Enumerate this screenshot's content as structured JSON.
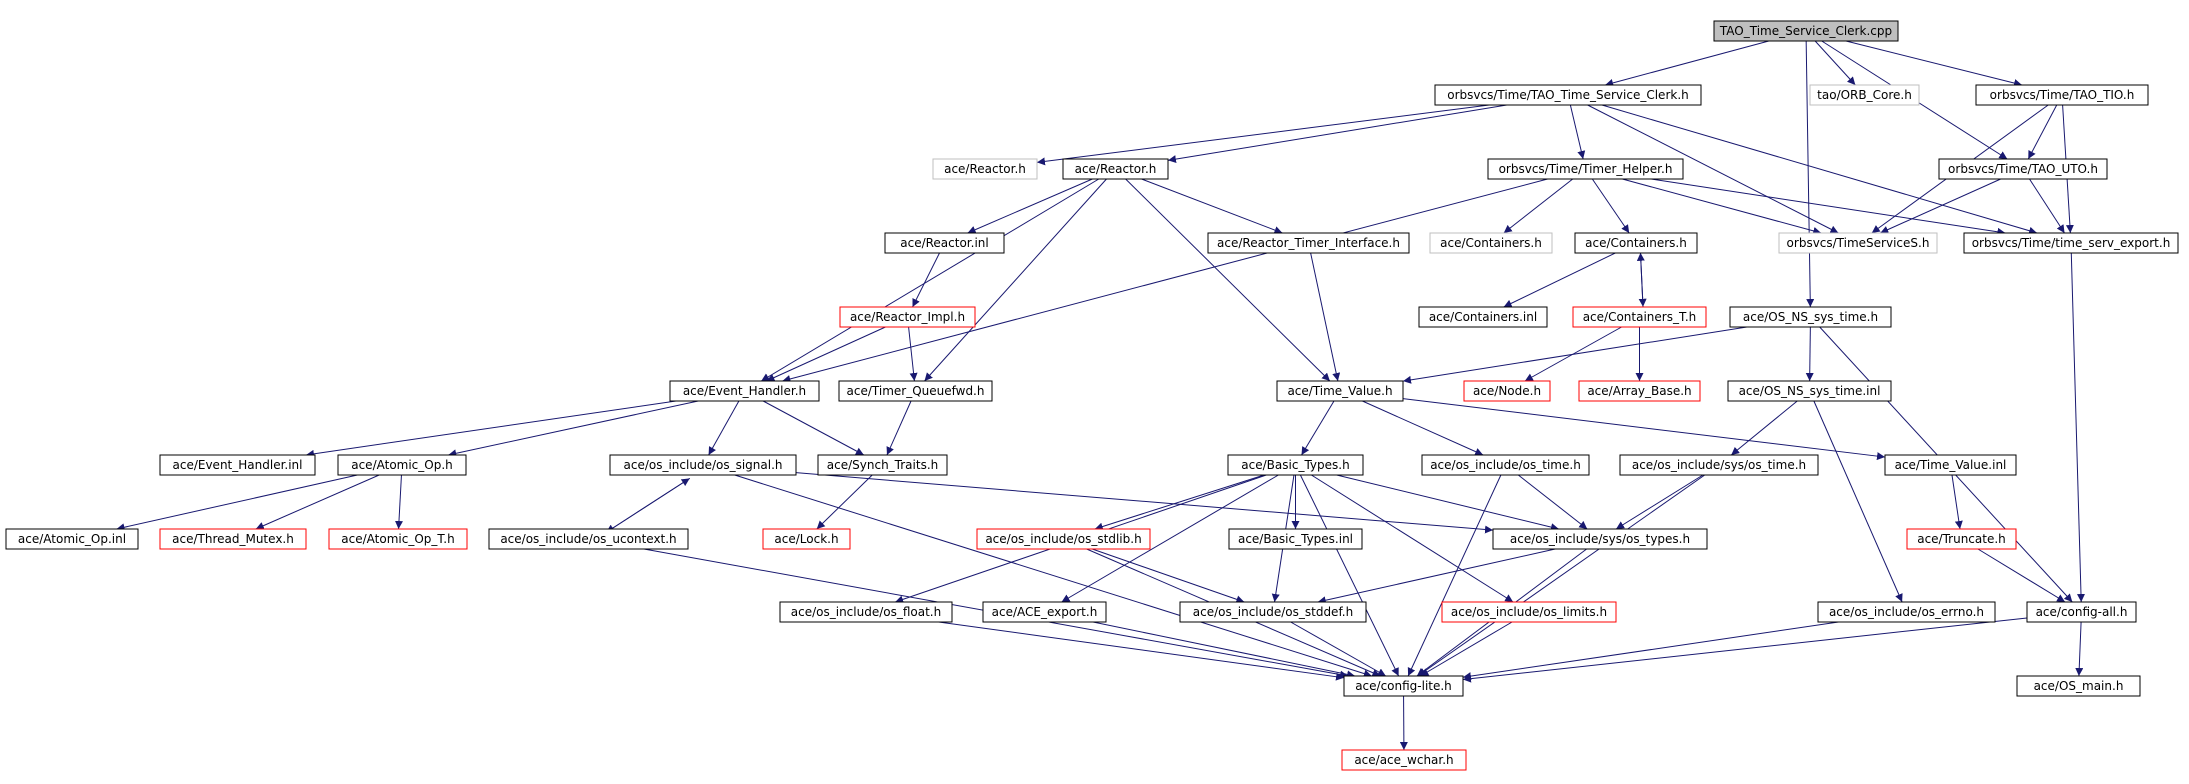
{
  "colors": {
    "edge": "#191970",
    "node_border_normal": "#000000",
    "node_border_truncated": "#ff0000",
    "node_border_external": "#bfbfbf",
    "root_fill": "#bfbfbf",
    "node_fill": "#ffffff",
    "text": "#000000"
  },
  "nodes": [
    {
      "id": "root",
      "label": "TAO_Time_Service_Clerk.cpp",
      "style": "root"
    },
    {
      "id": "clerk_h",
      "label": "orbsvcs/Time/TAO_Time_Service_Clerk.h",
      "style": "normal"
    },
    {
      "id": "orb_core",
      "label": "tao/ORB_Core.h",
      "style": "external"
    },
    {
      "id": "tio_h",
      "label": "orbsvcs/Time/TAO_TIO.h",
      "style": "normal"
    },
    {
      "id": "reactor_ext",
      "label": "ace/Reactor.h",
      "style": "external"
    },
    {
      "id": "reactor_h",
      "label": "ace/Reactor.h",
      "style": "normal"
    },
    {
      "id": "timer_helper",
      "label": "orbsvcs/Time/Timer_Helper.h",
      "style": "normal"
    },
    {
      "id": "uto_h",
      "label": "orbsvcs/Time/TAO_UTO.h",
      "style": "normal"
    },
    {
      "id": "reactor_inl",
      "label": "ace/Reactor.inl",
      "style": "normal"
    },
    {
      "id": "rti_h",
      "label": "ace/Reactor_Timer_Interface.h",
      "style": "normal"
    },
    {
      "id": "containers_ext",
      "label": "ace/Containers.h",
      "style": "external"
    },
    {
      "id": "containers_h",
      "label": "ace/Containers.h",
      "style": "normal"
    },
    {
      "id": "timeservices",
      "label": "orbsvcs/TimeServiceS.h",
      "style": "external"
    },
    {
      "id": "tse_h",
      "label": "orbsvcs/Time/time_serv_export.h",
      "style": "normal"
    },
    {
      "id": "reactor_impl",
      "label": "ace/Reactor_Impl.h",
      "style": "truncated"
    },
    {
      "id": "containers_inl",
      "label": "ace/Containers.inl",
      "style": "normal"
    },
    {
      "id": "containers_t",
      "label": "ace/Containers_T.h",
      "style": "truncated"
    },
    {
      "id": "ns_sys_time",
      "label": "ace/OS_NS_sys_time.h",
      "style": "normal"
    },
    {
      "id": "event_handler",
      "label": "ace/Event_Handler.h",
      "style": "normal"
    },
    {
      "id": "timer_queuefwd",
      "label": "ace/Timer_Queuefwd.h",
      "style": "normal"
    },
    {
      "id": "time_value",
      "label": "ace/Time_Value.h",
      "style": "normal"
    },
    {
      "id": "node_h",
      "label": "ace/Node.h",
      "style": "truncated"
    },
    {
      "id": "array_base",
      "label": "ace/Array_Base.h",
      "style": "truncated"
    },
    {
      "id": "ns_sys_time_inl",
      "label": "ace/OS_NS_sys_time.inl",
      "style": "normal"
    },
    {
      "id": "eh_inl",
      "label": "ace/Event_Handler.inl",
      "style": "normal"
    },
    {
      "id": "atomic_op",
      "label": "ace/Atomic_Op.h",
      "style": "normal"
    },
    {
      "id": "os_signal",
      "label": "ace/os_include/os_signal.h",
      "style": "normal"
    },
    {
      "id": "synch_traits",
      "label": "ace/Synch_Traits.h",
      "style": "normal"
    },
    {
      "id": "basic_types",
      "label": "ace/Basic_Types.h",
      "style": "normal"
    },
    {
      "id": "os_time",
      "label": "ace/os_include/os_time.h",
      "style": "normal"
    },
    {
      "id": "sys_os_time",
      "label": "ace/os_include/sys/os_time.h",
      "style": "normal"
    },
    {
      "id": "tv_inl",
      "label": "ace/Time_Value.inl",
      "style": "normal"
    },
    {
      "id": "atomic_op_inl",
      "label": "ace/Atomic_Op.inl",
      "style": "normal"
    },
    {
      "id": "thread_mutex",
      "label": "ace/Thread_Mutex.h",
      "style": "truncated"
    },
    {
      "id": "atomic_op_t",
      "label": "ace/Atomic_Op_T.h",
      "style": "truncated"
    },
    {
      "id": "os_ucontext",
      "label": "ace/os_include/os_ucontext.h",
      "style": "normal"
    },
    {
      "id": "lock_h",
      "label": "ace/Lock.h",
      "style": "truncated"
    },
    {
      "id": "os_stdlib",
      "label": "ace/os_include/os_stdlib.h",
      "style": "truncated"
    },
    {
      "id": "bt_inl",
      "label": "ace/Basic_Types.inl",
      "style": "normal"
    },
    {
      "id": "sys_os_types",
      "label": "ace/os_include/sys/os_types.h",
      "style": "normal"
    },
    {
      "id": "truncate_h",
      "label": "ace/Truncate.h",
      "style": "truncated"
    },
    {
      "id": "os_float",
      "label": "ace/os_include/os_float.h",
      "style": "normal"
    },
    {
      "id": "ace_export",
      "label": "ace/ACE_export.h",
      "style": "normal"
    },
    {
      "id": "os_stddef",
      "label": "ace/os_include/os_stddef.h",
      "style": "normal"
    },
    {
      "id": "os_limits",
      "label": "ace/os_include/os_limits.h",
      "style": "truncated"
    },
    {
      "id": "os_errno",
      "label": "ace/os_include/os_errno.h",
      "style": "normal"
    },
    {
      "id": "config_all",
      "label": "ace/config-all.h",
      "style": "normal"
    },
    {
      "id": "config_lite",
      "label": "ace/config-lite.h",
      "style": "normal"
    },
    {
      "id": "os_main",
      "label": "ace/OS_main.h",
      "style": "normal"
    },
    {
      "id": "ace_wchar",
      "label": "ace/ace_wchar.h",
      "style": "truncated"
    }
  ],
  "edges": [
    [
      "root",
      "clerk_h"
    ],
    [
      "root",
      "orb_core"
    ],
    [
      "root",
      "tio_h"
    ],
    [
      "root",
      "uto_h"
    ],
    [
      "root",
      "ns_sys_time"
    ],
    [
      "clerk_h",
      "reactor_ext"
    ],
    [
      "clerk_h",
      "reactor_h"
    ],
    [
      "clerk_h",
      "timer_helper"
    ],
    [
      "clerk_h",
      "timeservices"
    ],
    [
      "clerk_h",
      "tse_h"
    ],
    [
      "tio_h",
      "uto_h"
    ],
    [
      "tio_h",
      "timeservices"
    ],
    [
      "tio_h",
      "tse_h"
    ],
    [
      "uto_h",
      "timeservices"
    ],
    [
      "uto_h",
      "tse_h"
    ],
    [
      "reactor_h",
      "reactor_inl"
    ],
    [
      "reactor_h",
      "rti_h"
    ],
    [
      "reactor_h",
      "event_handler"
    ],
    [
      "reactor_h",
      "timer_queuefwd"
    ],
    [
      "reactor_h",
      "time_value"
    ],
    [
      "timer_helper",
      "containers_ext"
    ],
    [
      "timer_helper",
      "containers_h"
    ],
    [
      "timer_helper",
      "timeservices"
    ],
    [
      "timer_helper",
      "tse_h"
    ],
    [
      "timer_helper",
      "event_handler"
    ],
    [
      "reactor_inl",
      "reactor_impl"
    ],
    [
      "reactor_impl",
      "event_handler"
    ],
    [
      "reactor_impl",
      "timer_queuefwd"
    ],
    [
      "rti_h",
      "time_value"
    ],
    [
      "containers_h",
      "containers_inl"
    ],
    [
      "containers_h",
      "containers_t"
    ],
    [
      "containers_t",
      "containers_h"
    ],
    [
      "containers_t",
      "node_h"
    ],
    [
      "containers_t",
      "array_base"
    ],
    [
      "tse_h",
      "config_all"
    ],
    [
      "ns_sys_time",
      "time_value"
    ],
    [
      "ns_sys_time",
      "ns_sys_time_inl"
    ],
    [
      "ns_sys_time",
      "config_all"
    ],
    [
      "event_handler",
      "eh_inl"
    ],
    [
      "event_handler",
      "atomic_op"
    ],
    [
      "event_handler",
      "os_signal"
    ],
    [
      "event_handler",
      "synch_traits"
    ],
    [
      "timer_queuefwd",
      "synch_traits"
    ],
    [
      "time_value",
      "basic_types"
    ],
    [
      "time_value",
      "os_time"
    ],
    [
      "time_value",
      "tv_inl"
    ],
    [
      "ns_sys_time_inl",
      "sys_os_time"
    ],
    [
      "ns_sys_time_inl",
      "os_errno"
    ],
    [
      "atomic_op",
      "atomic_op_inl"
    ],
    [
      "atomic_op",
      "thread_mutex"
    ],
    [
      "atomic_op",
      "atomic_op_t"
    ],
    [
      "os_signal",
      "os_ucontext"
    ],
    [
      "os_signal",
      "sys_os_types"
    ],
    [
      "os_signal",
      "config_lite"
    ],
    [
      "os_ucontext",
      "os_signal"
    ],
    [
      "os_ucontext",
      "config_lite"
    ],
    [
      "synch_traits",
      "lock_h"
    ],
    [
      "basic_types",
      "os_limits"
    ],
    [
      "basic_types",
      "os_float"
    ],
    [
      "basic_types",
      "os_stdlib"
    ],
    [
      "basic_types",
      "bt_inl"
    ],
    [
      "basic_types",
      "sys_os_types"
    ],
    [
      "basic_types",
      "ace_export"
    ],
    [
      "basic_types",
      "os_stddef"
    ],
    [
      "basic_types",
      "config_lite"
    ],
    [
      "os_time",
      "sys_os_types"
    ],
    [
      "os_time",
      "config_lite"
    ],
    [
      "sys_os_time",
      "sys_os_types"
    ],
    [
      "sys_os_time",
      "config_lite"
    ],
    [
      "tv_inl",
      "truncate_h"
    ],
    [
      "truncate_h",
      "config_all"
    ],
    [
      "os_stdlib",
      "os_stddef"
    ],
    [
      "os_stdlib",
      "config_lite"
    ],
    [
      "sys_os_types",
      "os_stddef"
    ],
    [
      "sys_os_types",
      "config_lite"
    ],
    [
      "os_float",
      "config_lite"
    ],
    [
      "ace_export",
      "config_lite"
    ],
    [
      "os_stddef",
      "config_lite"
    ],
    [
      "os_limits",
      "config_lite"
    ],
    [
      "os_errno",
      "config_lite"
    ],
    [
      "config_all",
      "config_lite"
    ],
    [
      "config_all",
      "os_main"
    ],
    [
      "config_lite",
      "ace_wchar"
    ]
  ]
}
